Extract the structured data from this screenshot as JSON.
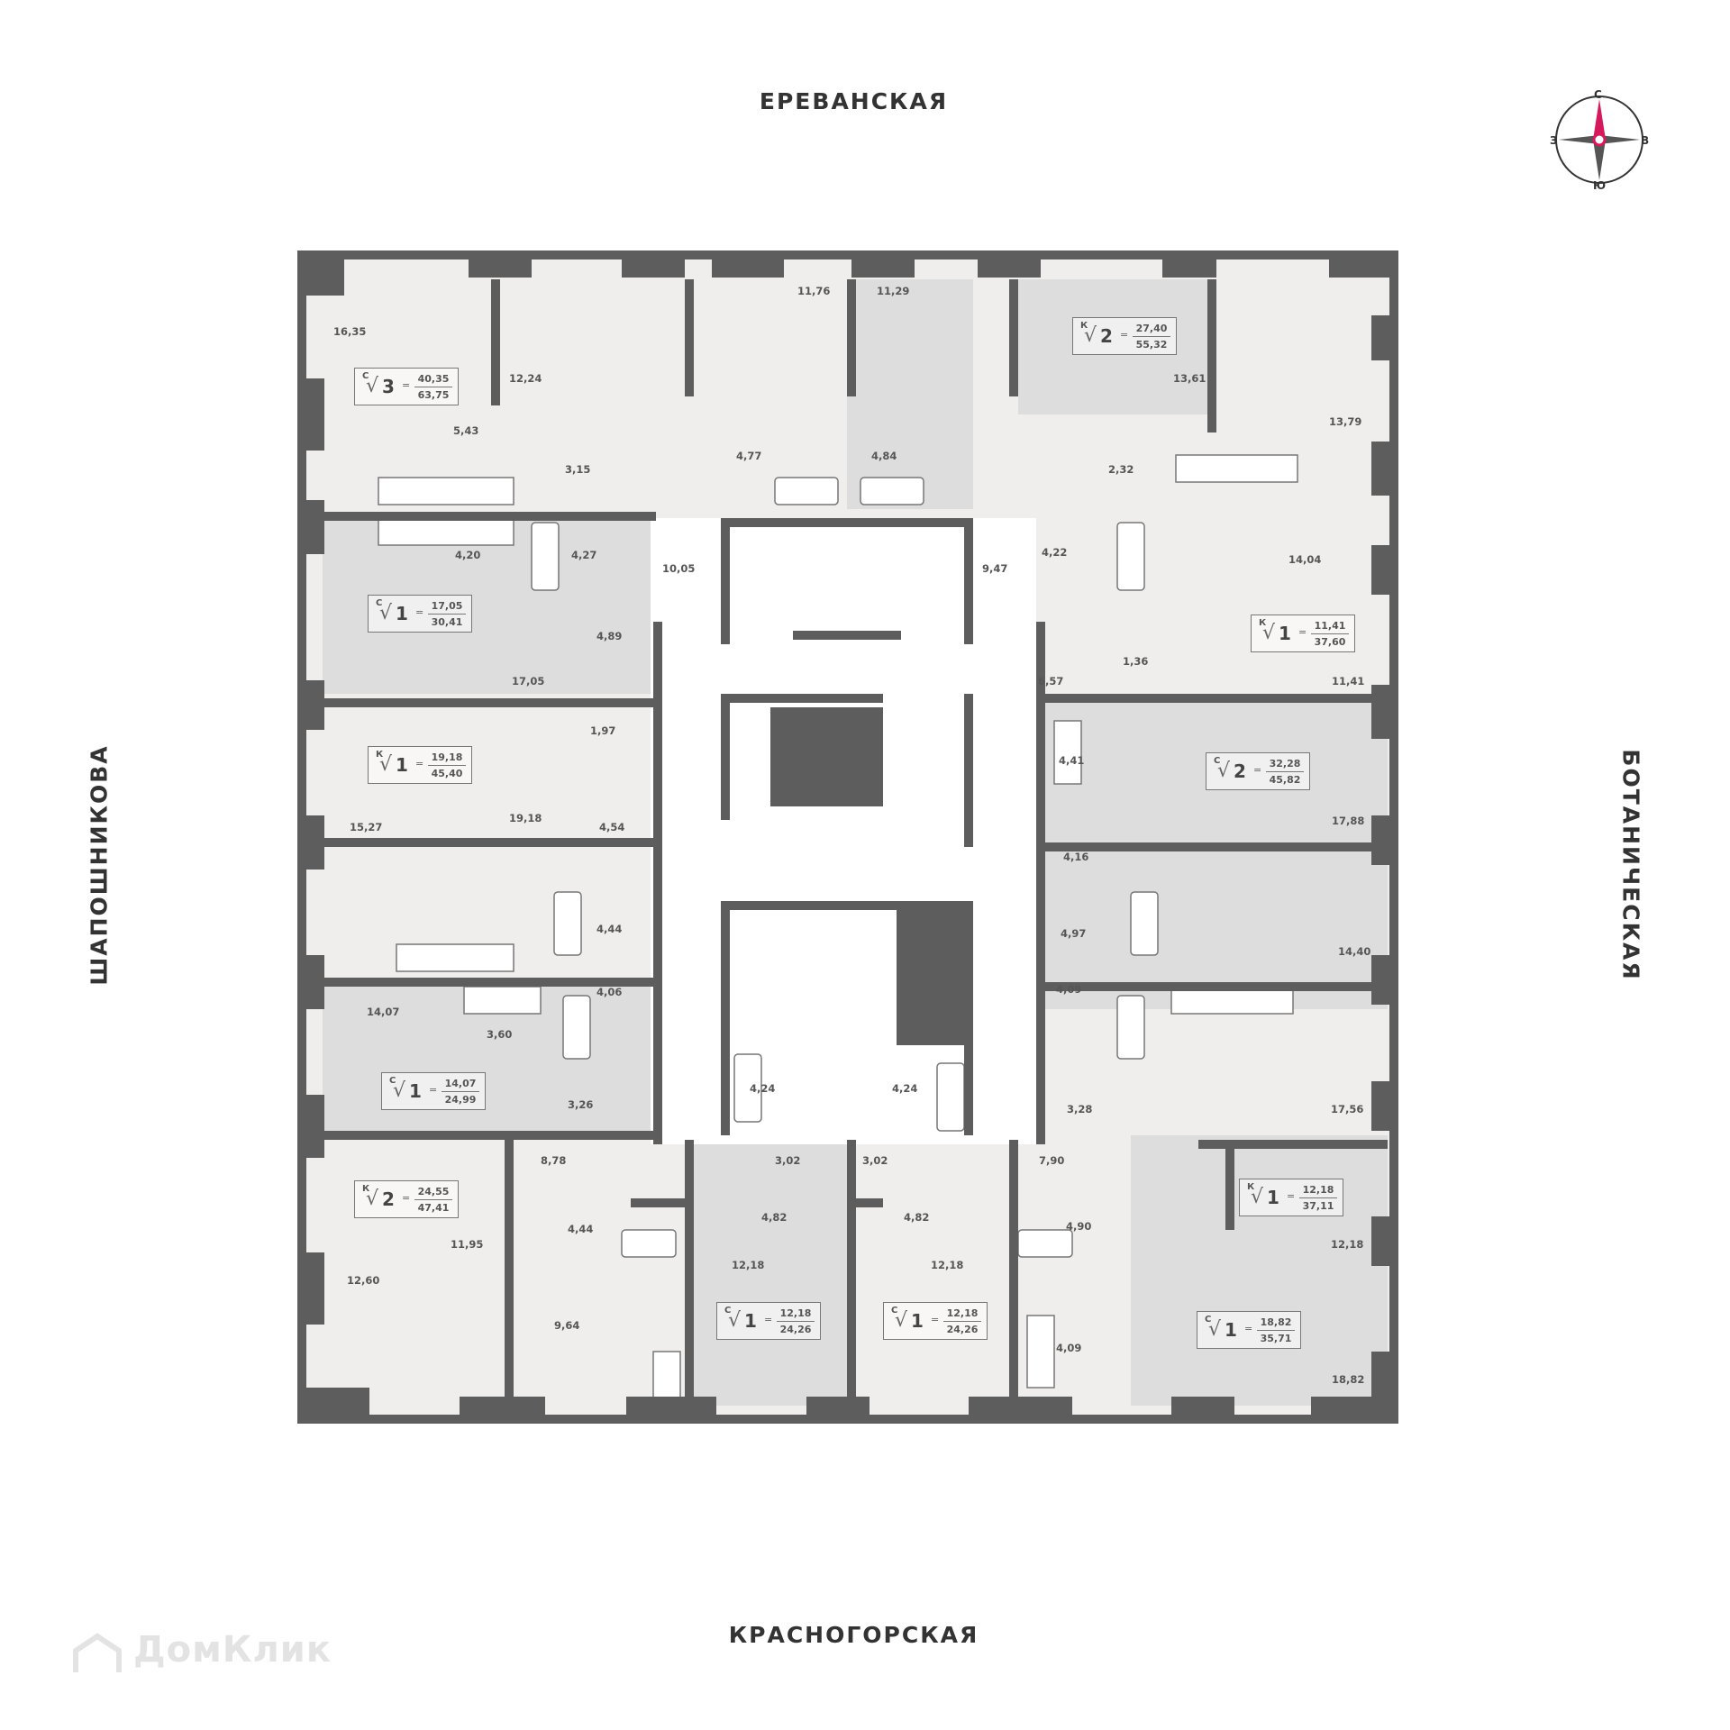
{
  "streets": {
    "top": "ЕРЕВАНСКАЯ",
    "bottom": "КРАСНОГОРСКАЯ",
    "left": "ШАПОШНИКОВА",
    "right": "БОТАНИЧЕСКАЯ"
  },
  "compass": {
    "n": "С",
    "s": "Ю",
    "w": "З",
    "e": "В"
  },
  "watermark": "ДомКлик",
  "colors": {
    "wall": "#5d5d5d",
    "unit_light": "#efeeec",
    "unit_dark": "#dddddd",
    "core": "#ffffff",
    "accent": "#d6185c"
  },
  "apartments": [
    {
      "type": "С",
      "rooms": "3",
      "living": "40,35",
      "total": "63,75"
    },
    {
      "type": "К",
      "rooms": "2",
      "living": "27,40",
      "total": "55,32"
    },
    {
      "type": "С",
      "rooms": "1",
      "living": "17,05",
      "total": "30,41"
    },
    {
      "type": "К",
      "rooms": "1",
      "living": "11,41",
      "total": "37,60"
    },
    {
      "type": "К",
      "rooms": "1",
      "living": "19,18",
      "total": "45,40"
    },
    {
      "type": "С",
      "rooms": "2",
      "living": "32,28",
      "total": "45,82"
    },
    {
      "type": "С",
      "rooms": "1",
      "living": "14,07",
      "total": "24,99"
    },
    {
      "type": "К",
      "rooms": "1",
      "living": "12,18",
      "total": "37,11"
    },
    {
      "type": "К",
      "rooms": "2",
      "living": "24,55",
      "total": "47,41"
    },
    {
      "type": "С",
      "rooms": "1",
      "living": "12,18",
      "total": "24,26"
    },
    {
      "type": "С",
      "rooms": "1",
      "living": "12,18",
      "total": "24,26"
    },
    {
      "type": "С",
      "rooms": "1",
      "living": "18,82",
      "total": "35,71"
    }
  ],
  "room_areas": [
    "16,35",
    "12,24",
    "11,76",
    "11,29",
    "13,61",
    "13,79",
    "5,43",
    "3,15",
    "4,77",
    "4,84",
    "2,32",
    "4,20",
    "4,27",
    "10,05",
    "9,47",
    "4,22",
    "14,04",
    "4,89",
    "17,05",
    "6,57",
    "1,36",
    "11,41",
    "1,97",
    "4,41",
    "17,88",
    "19,18",
    "15,27",
    "4,54",
    "4,16",
    "4,44",
    "4,97",
    "14,40",
    "14,07",
    "3,60",
    "4,06",
    "4,09",
    "4,24",
    "4,24",
    "3,26",
    "3,28",
    "17,56",
    "8,78",
    "3,02",
    "3,02",
    "7,90",
    "11,95",
    "4,44",
    "4,82",
    "4,82",
    "12,18",
    "12,18",
    "12,18",
    "4,90",
    "12,60",
    "9,64",
    "4,09",
    "18,82"
  ]
}
